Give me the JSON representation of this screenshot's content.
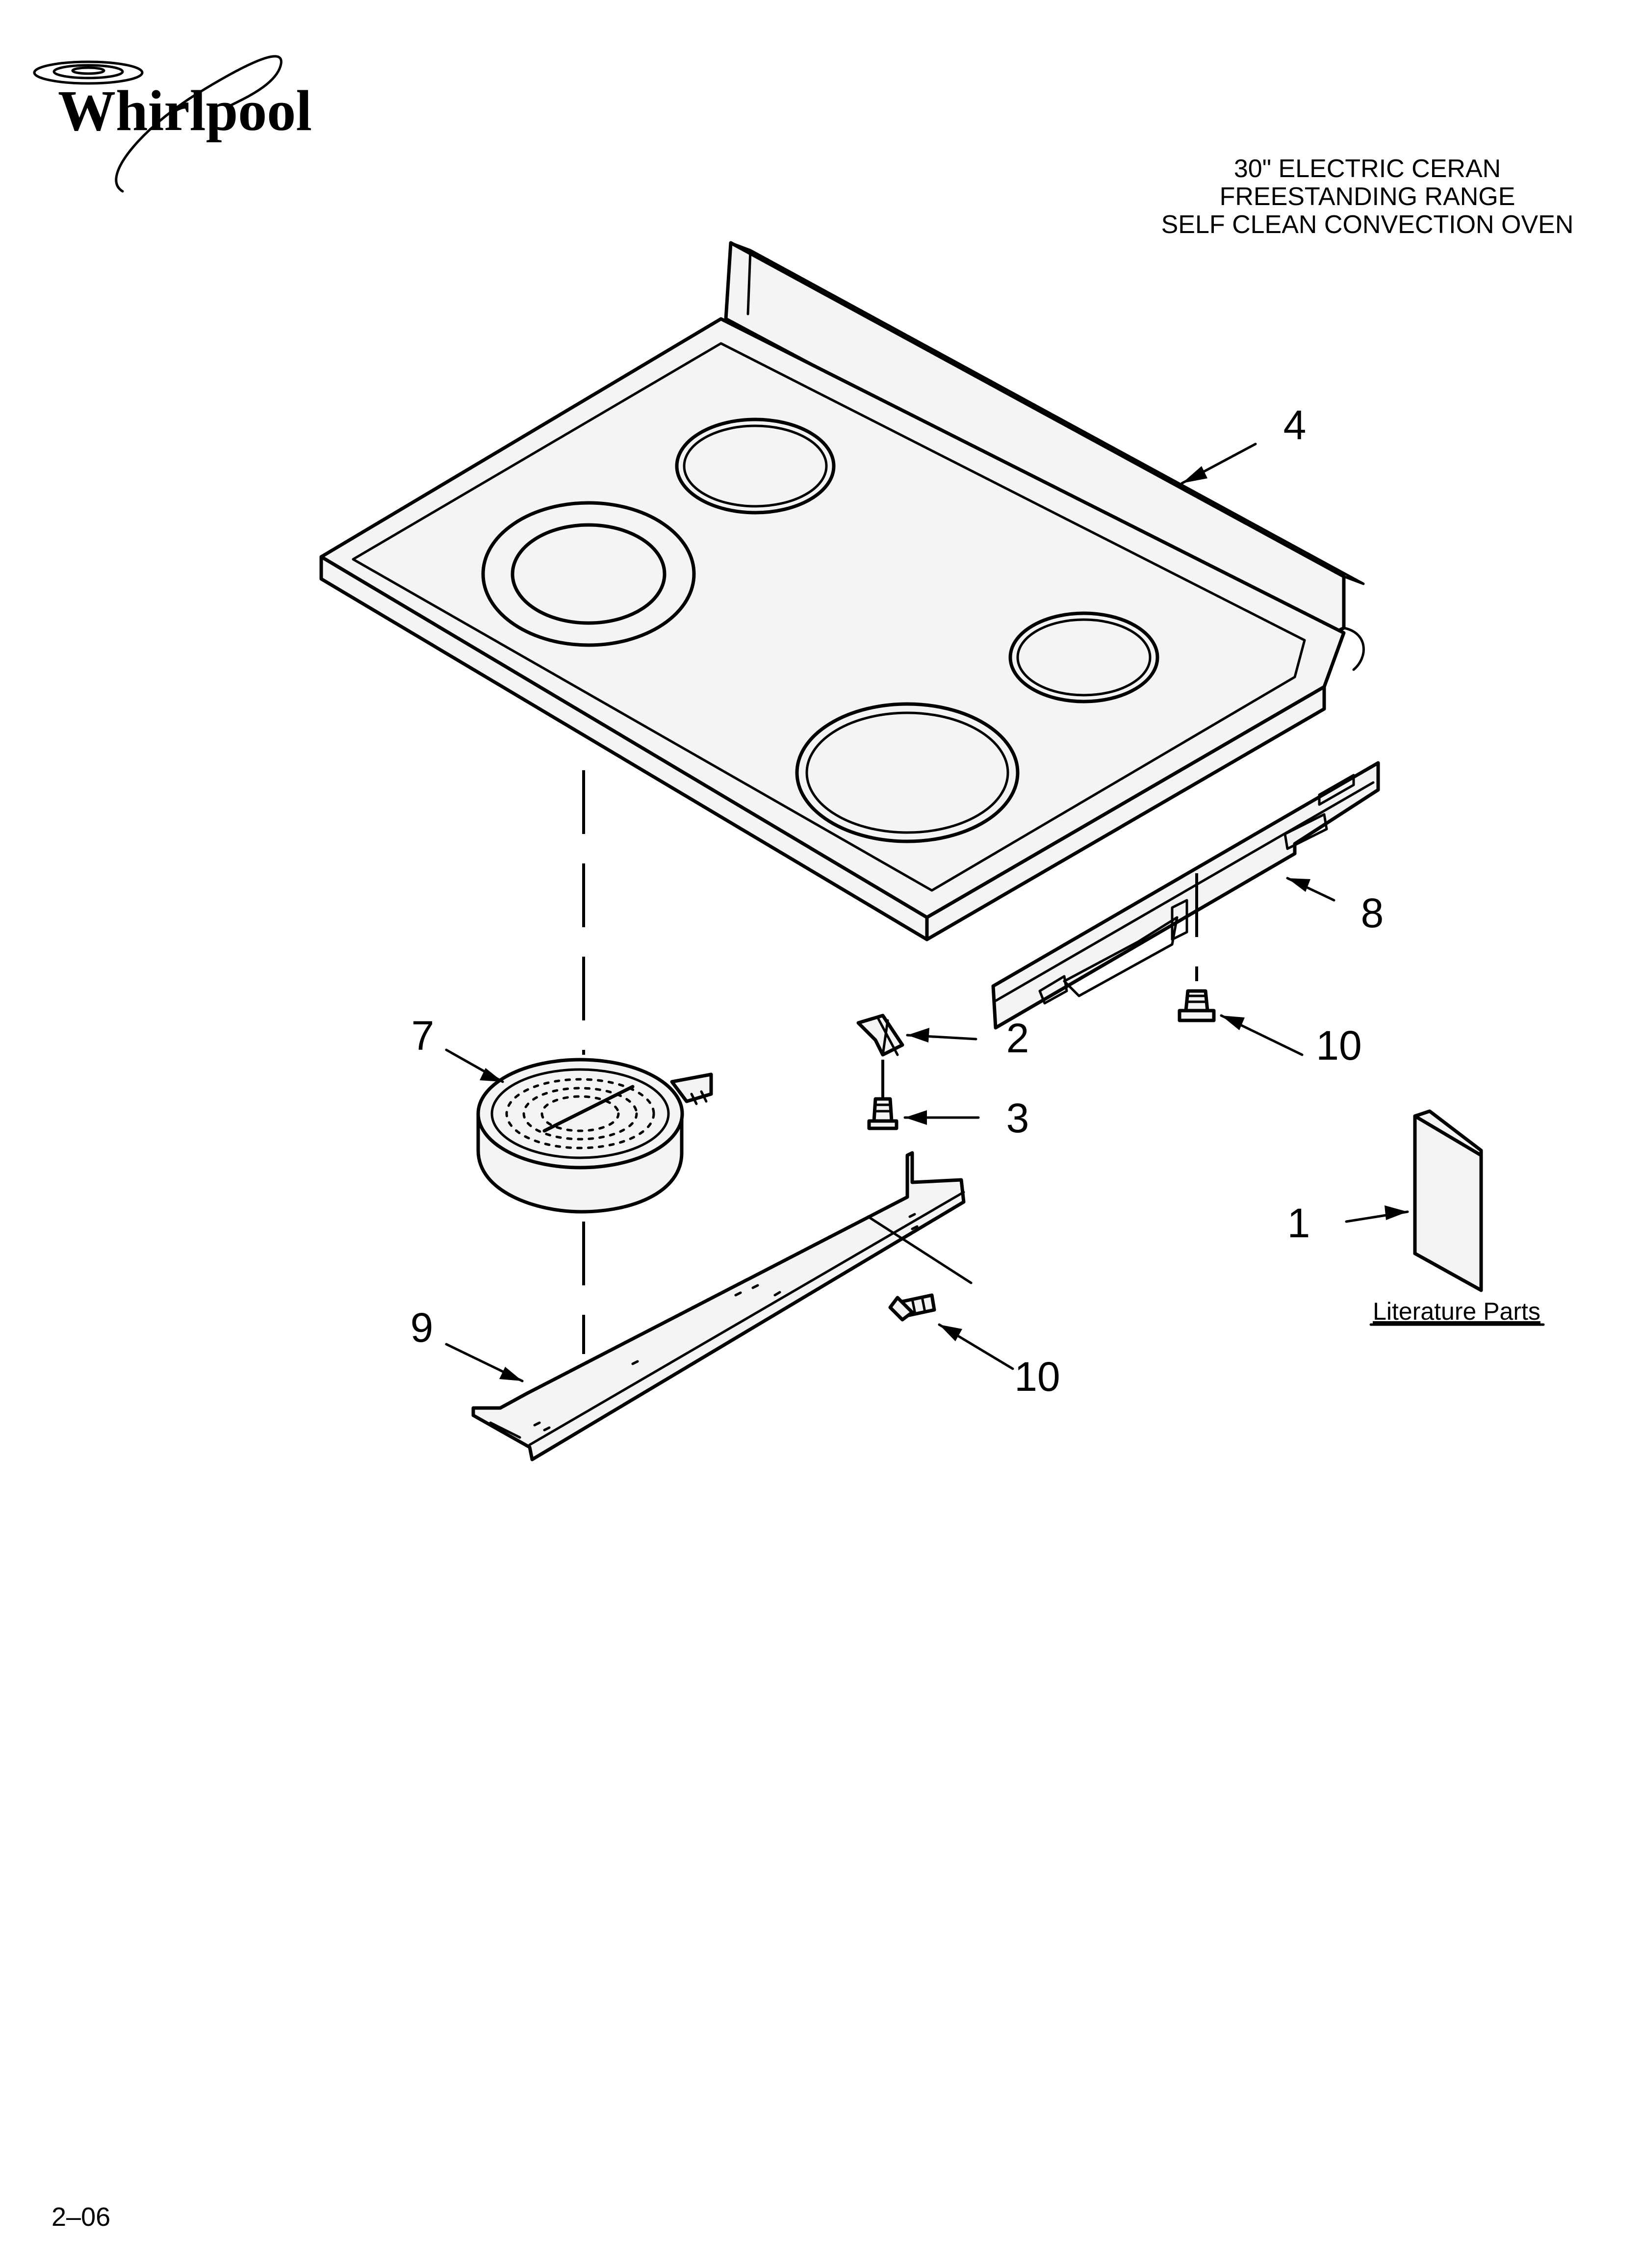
{
  "brand": {
    "logo_text": "Whirlpool"
  },
  "header": {
    "title_lines": [
      "30\" ELECTRIC CERAN",
      "FREESTANDING RANGE",
      "SELF CLEAN CONVECTION OVEN"
    ]
  },
  "callouts": {
    "cooktop": "4",
    "bracket_right": "8",
    "screw_right": "10",
    "clip": "2",
    "screw_small": "3",
    "element": "7",
    "literature": "1",
    "bracket_front": "9",
    "screw_front": "10"
  },
  "literature": {
    "label": "Literature Parts"
  },
  "footer": {
    "revision": "2–06"
  }
}
